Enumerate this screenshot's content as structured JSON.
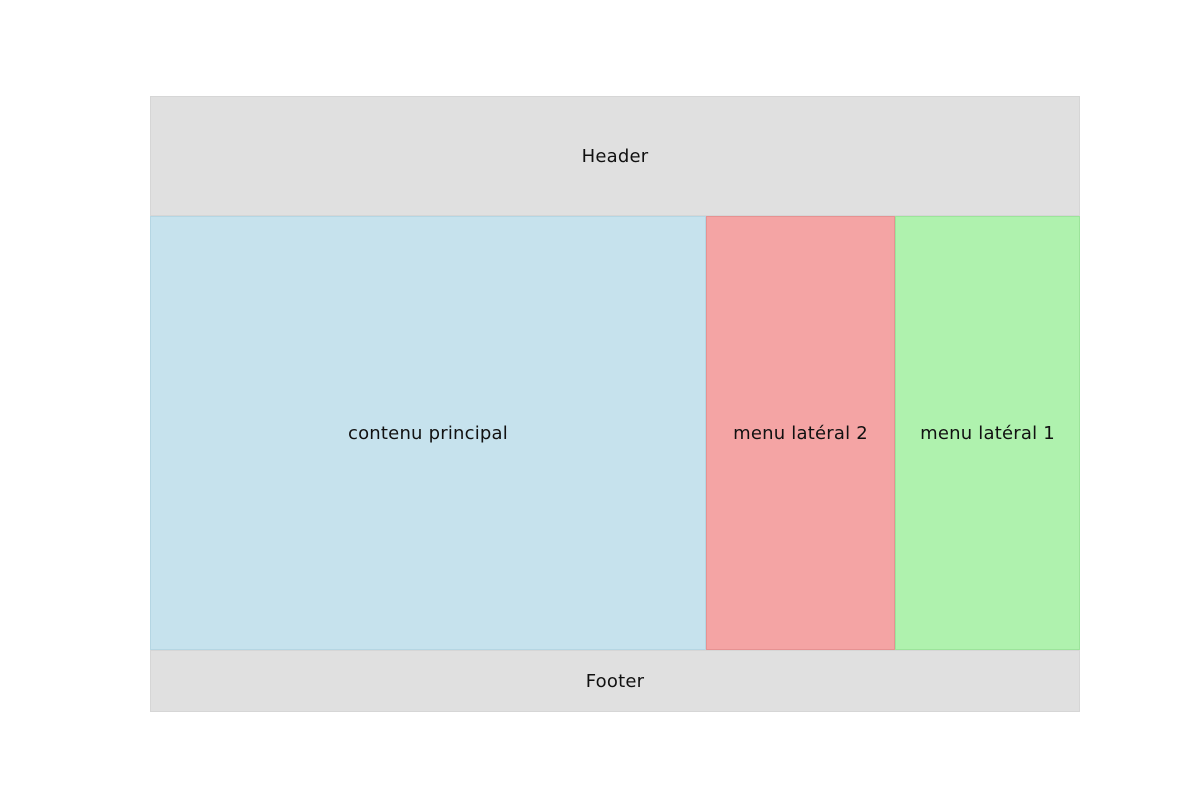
{
  "layout": {
    "header": {
      "label": "Header"
    },
    "main": {
      "label": "contenu principal"
    },
    "sidebar2": {
      "label": "menu latéral 2"
    },
    "sidebar1": {
      "label": "menu latéral 1"
    },
    "footer": {
      "label": "Footer"
    }
  },
  "colors": {
    "page_bg": "#ffffff",
    "header_bg": "#e0e0e0",
    "footer_bg": "#e0e0e0",
    "main_bg": "#c6e2ed",
    "sidebar2_bg": "#f4a4a4",
    "sidebar1_bg": "#aff2ae",
    "text": "#111111"
  }
}
